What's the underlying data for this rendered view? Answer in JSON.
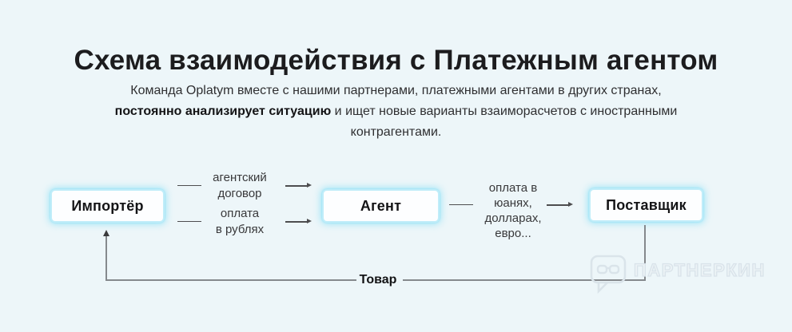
{
  "header": {
    "title": "Схема взаимодействия с Платежным агентом",
    "subtitle_line1": "Команда Oplatym вместе с нашими партнерами, платежными агентами в других странах,",
    "subtitle_line2_bold": "постоянно анализирует ситуацию",
    "subtitle_line2_rest": " и ищет новые варианты взаиморасчетов с иностранными",
    "subtitle_line3": "контрагентами."
  },
  "diagram": {
    "nodes": [
      {
        "id": "importer",
        "label": "Импортёр"
      },
      {
        "id": "agent",
        "label": "Агент"
      },
      {
        "id": "supplier",
        "label": "Поставщик"
      }
    ],
    "edges": [
      {
        "from": "importer",
        "to": "agent",
        "label": "агентский\nдоговор"
      },
      {
        "from": "importer",
        "to": "agent",
        "label": "оплата\nв рублях"
      },
      {
        "from": "agent",
        "to": "supplier",
        "label": "оплата в\nюанях,\nдолларах,\nевро..."
      }
    ],
    "return_edge": {
      "from": "supplier",
      "to": "importer",
      "label": "Товар"
    }
  },
  "watermark": {
    "text": "ПАРТНЕРКИН",
    "logo": "glasses-speech-bubble-icon"
  },
  "colors": {
    "background": "#edf6f9",
    "box_border": "#c0edf9",
    "box_glow": "#7dddf6",
    "text_dark": "#1c1c1e",
    "connector": "#4d4d4f",
    "route_gray": "#85898d",
    "watermark": "#d9e3ea"
  }
}
